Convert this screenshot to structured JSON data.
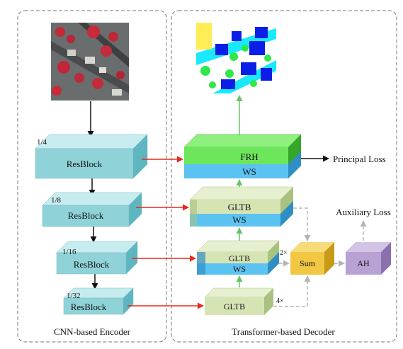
{
  "encoder": {
    "panel_label": "CNN-based Encoder",
    "blocks": [
      {
        "scale": "1/4",
        "label": "ResBlock"
      },
      {
        "scale": "1/8",
        "label": "ResBlock"
      },
      {
        "scale": "1/16",
        "label": "ResBlock"
      },
      {
        "scale": "1/32",
        "label": "ResBlock"
      }
    ]
  },
  "decoder": {
    "panel_label": "Transformer-based Decoder",
    "frh": {
      "top": "FRH",
      "bottom": "WS"
    },
    "gltb1": {
      "top": "GLTB",
      "bottom": "WS"
    },
    "gltb2": {
      "top": "GLTB",
      "bottom": "WS"
    },
    "gltb3": {
      "top": "GLTB"
    },
    "sum": "Sum",
    "ah": "AH",
    "upsample_2x": "2×",
    "upsample_4x": "4×",
    "principal_loss": "Principal Loss",
    "auxiliary_loss": "Auxiliary Loss"
  },
  "colors": {
    "resblock_front": "#8fd3d8",
    "resblock_top": "#c7ecef",
    "resblock_side": "#5eb6c0",
    "ws_front": "#5bc3f2",
    "ws_side": "#2f8fc4",
    "gltb_front": "#d6e4b4",
    "gltb_top": "#e6efcf",
    "gltb_side": "#a9c27f",
    "frh_front": "#6ee65c",
    "frh_top": "#8ff07e",
    "frh_side": "#35a629",
    "sum_front": "#f2c744",
    "sum_side": "#c79b17",
    "ah_front": "#b8a2d4",
    "ah_side": "#8a70ad",
    "red_arrow": "#e8291c",
    "green_arrow": "#63c46a",
    "gray_dashed": "#b5b5b5"
  }
}
